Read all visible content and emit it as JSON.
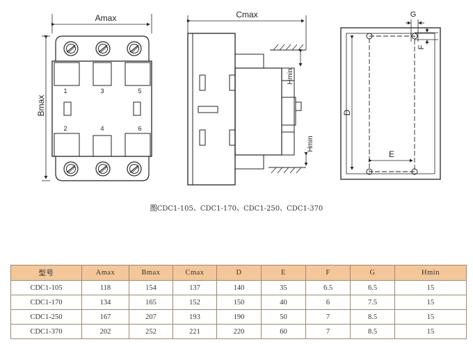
{
  "figure": {
    "labels": {
      "amax": "Amax",
      "bmax": "Bmax",
      "cmax": "Cmax",
      "hmin_top": "Hmin",
      "hmin_bottom": "Hmin",
      "d": "D",
      "e": "E",
      "f": "F",
      "g": "G"
    },
    "terminals": [
      "1",
      "3",
      "5",
      "2",
      "4",
      "6"
    ],
    "caption": "图CDC1-105、CDC1-170、CDC1-250、CDC1-370"
  },
  "table": {
    "headers": [
      "型号",
      "Amax",
      "Bmax",
      "Cmax",
      "D",
      "E",
      "F",
      "G",
      "Hmin"
    ],
    "rows": [
      [
        "CDC1-105",
        "118",
        "154",
        "137",
        "140",
        "35",
        "6.5",
        "6.5",
        "15"
      ],
      [
        "CDC1-170",
        "134",
        "165",
        "152",
        "150",
        "40",
        "6",
        "7.5",
        "15"
      ],
      [
        "CDC1-250",
        "167",
        "207",
        "193",
        "190",
        "50",
        "7",
        "8.5",
        "15"
      ],
      [
        "CDC1-370",
        "202",
        "252",
        "221",
        "220",
        "60",
        "7",
        "8.5",
        "15"
      ]
    ],
    "header_color": "#f3c79a"
  }
}
